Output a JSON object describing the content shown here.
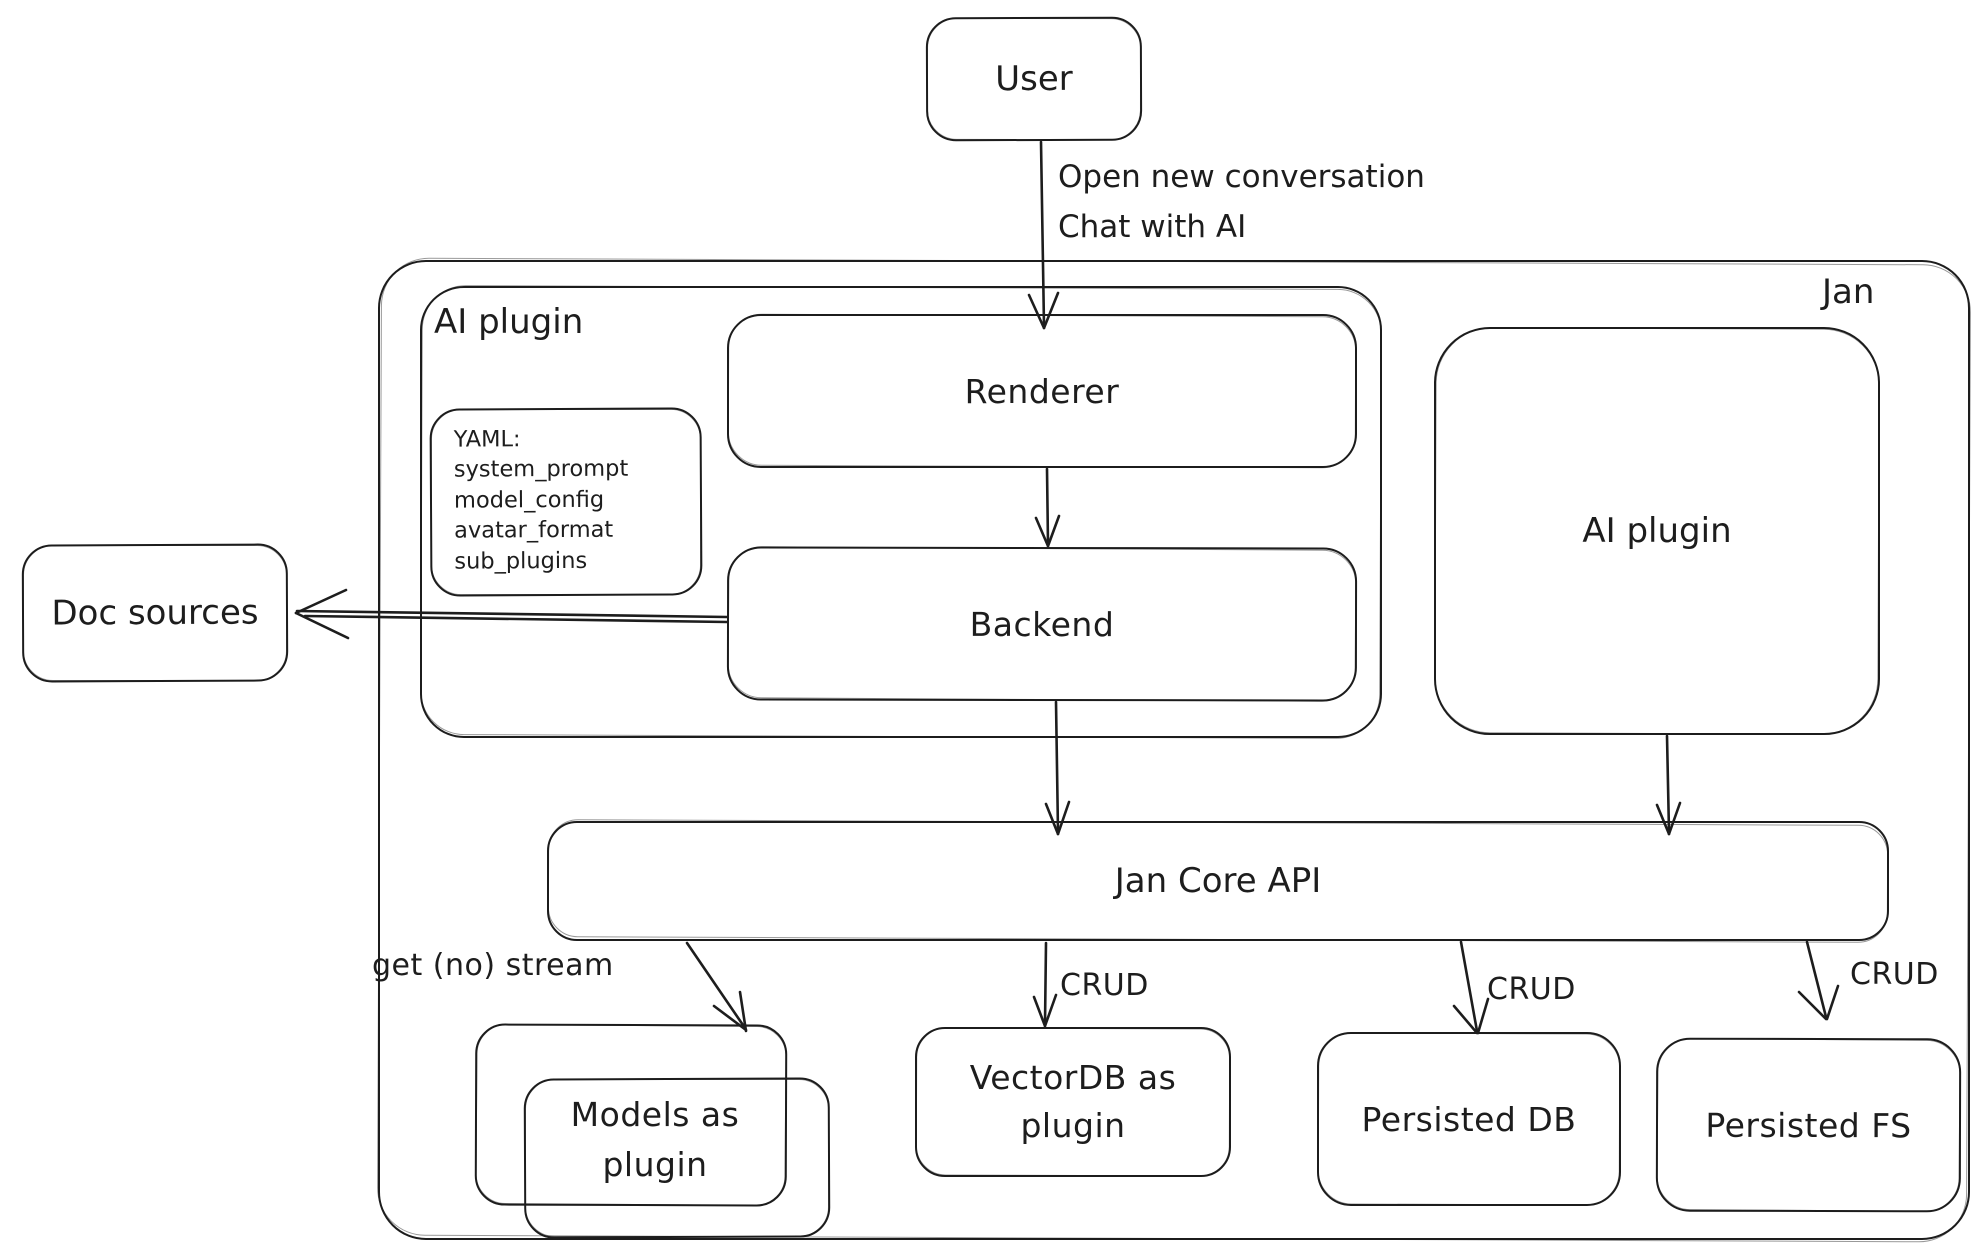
{
  "colors": {
    "ink": "#1d1d1d",
    "background": "#ffffff"
  },
  "nodes": {
    "user": {
      "label": "User"
    },
    "jan": {
      "label": "Jan"
    },
    "ai_plugin_group": {
      "label": "AI plugin"
    },
    "yaml_note": {
      "title": "YAML:",
      "lines": [
        "system_prompt",
        "model_config",
        "avatar_format",
        "sub_plugins"
      ]
    },
    "renderer": {
      "label": "Renderer"
    },
    "backend": {
      "label": "Backend"
    },
    "doc_sources": {
      "label": "Doc sources"
    },
    "ai_plugin": {
      "label": "AI plugin"
    },
    "core_api": {
      "label": "Jan Core API"
    },
    "models": {
      "label": "Models as plugin"
    },
    "vectordb": {
      "label": "VectorDB as plugin"
    },
    "persisted_db": {
      "label": "Persisted DB"
    },
    "persisted_fs": {
      "label": "Persisted FS"
    }
  },
  "edges": {
    "user_to_renderer": {
      "label_line1": "Open new conversation",
      "label_line2": "Chat with AI"
    },
    "core_to_models": {
      "label": "get (no) stream"
    },
    "core_to_vectordb": {
      "label": "CRUD"
    },
    "core_to_persisted_db": {
      "label": "CRUD"
    },
    "core_to_persisted_fs": {
      "label": "CRUD"
    }
  }
}
